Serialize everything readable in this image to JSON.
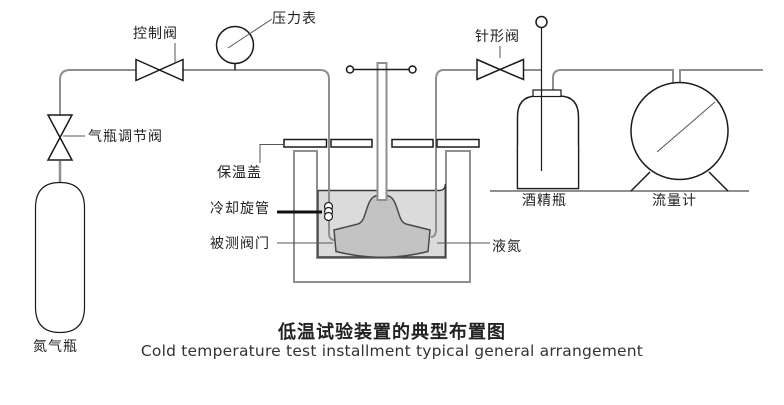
{
  "diagram": {
    "labels": {
      "control_valve": "控制阀",
      "pressure_gauge": "压力表",
      "needle_valve": "针形阀",
      "cylinder_regulator_valve": "气瓶调节阀",
      "insulation_cover": "保温盖",
      "cooling_coil": "冷却旋管",
      "valve_under_test": "被测阀门",
      "liquid_nitrogen": "液氮",
      "alcohol_bottle": "酒精瓶",
      "flow_meter": "流量计",
      "nitrogen_cylinder": "氮气瓶"
    },
    "title_cn": "低温试验装置的典型布置图",
    "title_en": "Cold temperature test installment typical general arrangement",
    "colors": {
      "pipe": "#8f8f8f",
      "symbol": "#1a1a1a",
      "leader": "#555555",
      "liquid": "#dbdbdb",
      "liquid_edge": "#3a3a3a",
      "valve_body": "#c3c3c3",
      "valve_edge": "#4a4a4a",
      "text": "#222222",
      "bg": "#ffffff"
    }
  }
}
